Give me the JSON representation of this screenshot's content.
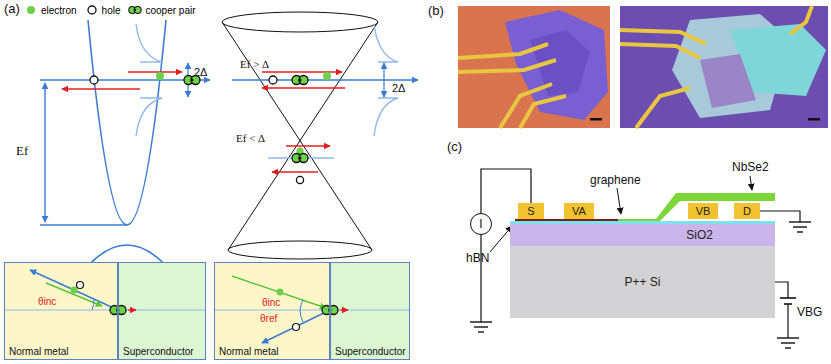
{
  "diagram": {
    "nodes": [
      {
        "text": [
          "Normal metal"
        ]
      },
      {
        "text": [
          "Superconductor"
        ]
      },
      {
        "text": [
          "Normal metal"
        ]
      },
      {
        "text": [
          "Superconductor"
        ]
      },
      {
        "text": [
          "I"
        ]
      },
      {
        "text": [
          "S"
        ]
      },
      {
        "text": [
          "VA"
        ]
      },
      {
        "text": [
          "VB"
        ]
      },
      {
        "text": [
          "D"
        ]
      },
      {
        "text": [
          "SiO2"
        ]
      },
      {
        "text": [
          "P++ Si"
        ]
      }
    ],
    "edges": [
      {
        "from": 4,
        "to": 5,
        "arrow": "none"
      }
    ],
    "labels": [
      "(a)",
      "Ef",
      "2Δ",
      "Ef > Δ",
      "2Δ",
      "Ef < Δ",
      "θinc",
      "θinc",
      "θref",
      "(b)",
      "(c)",
      "graphene",
      "NbSe2",
      "hBN",
      "VBG"
    ],
    "legend": [
      {
        "text": "electron"
      },
      {
        "text": "hole"
      },
      {
        "text": "cooper pair"
      }
    ]
  }
}
